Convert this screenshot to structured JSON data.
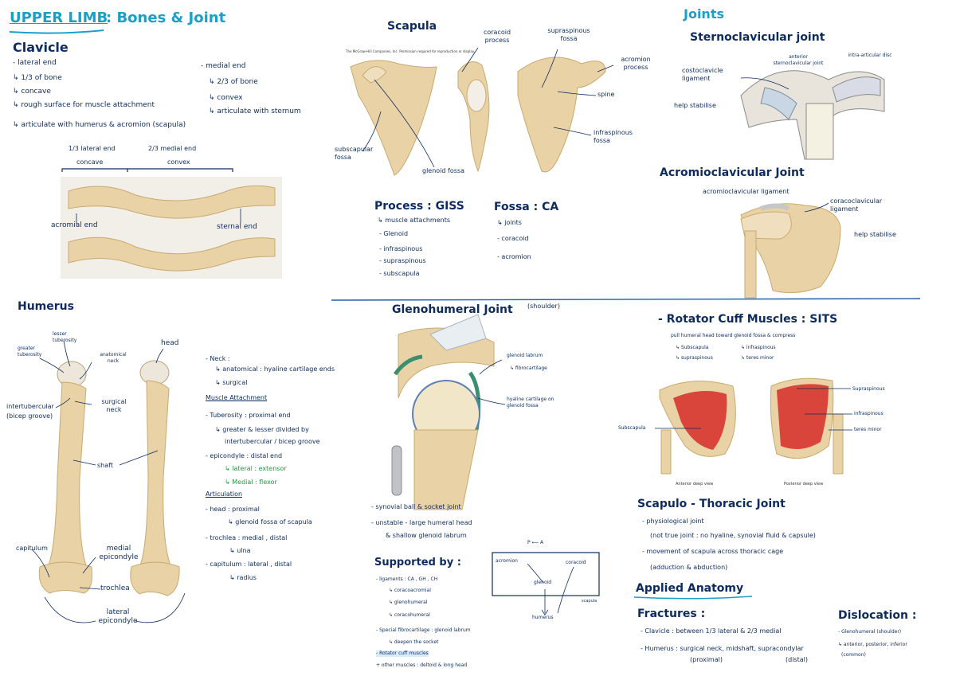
{
  "page": {
    "title_left": "UPPER LIMB",
    "title_right": ": Bones & Joint"
  },
  "clavicle": {
    "heading": "Clavicle",
    "lateral": [
      "- lateral end",
      "↳ 1/3 of bone",
      "↳ concave",
      "↳ rough surface for muscle attachment",
      "↳ articulate with humerus & acromion (scapula)"
    ],
    "medial": [
      "- medial end",
      "↳ 2/3 of bone",
      "↳ convex",
      "↳ articulate with sternum"
    ],
    "lat_third_1": "1/3 lateral end",
    "lat_third_2": "concave",
    "med_third_1": "2/3 medial end",
    "med_third_2": "convex",
    "acromial_end": "acromial end",
    "sternal_end": "sternal end"
  },
  "scapula": {
    "heading": "Scapula",
    "copyright": "The McGraw-Hill Companies, Inc. Permission required for reproduction or display.",
    "labels": {
      "coracoid": "coracoid process",
      "supraspinous": "supraspinous fossa",
      "acromion": "acromion process",
      "spine": "spine",
      "infraspinous": "infraspinous fossa",
      "subscapular": "subscapular fossa",
      "glenoid": "glenoid fossa"
    },
    "process_heading": "Process : GISS",
    "process_items": [
      "↳ muscle attachments",
      "- Glenoid",
      "- infraspinous",
      "- supraspinous",
      "- subscapula"
    ],
    "fossa_heading": "Fossa : CA",
    "fossa_items": [
      "↳ joints",
      "- coracoid",
      "- acromion"
    ]
  },
  "joints": {
    "heading": "Joints",
    "sc_heading": "Sternoclavicular joint",
    "sc_labels": {
      "costo": "costoclavicle ligament",
      "help": "help stabilise",
      "anterior": "anterior sternoclavicular joint",
      "disc": "intra-articular disc"
    },
    "ac_heading": "Acromioclavicular Joint",
    "ac_labels": {
      "acl": "acromioclavicular ligament",
      "ccl": "coracoclavicular ligament",
      "help": "help stabilise"
    }
  },
  "humerus": {
    "heading": "Humerus",
    "labels": {
      "lesser": "lesser tuberosity",
      "greater": "greater tuberosity",
      "anatomical": "anatomical neck",
      "head": "head",
      "intertubercular": "intertubercular",
      "bicep": "(bicep groove)",
      "surgical": "surgical neck",
      "shaft": "shaft",
      "capitulum": "capitulum",
      "medial_epi": "medial epicondyle",
      "trochlea": "trochlea",
      "lateral_epi": "lateral epicondyle"
    },
    "neck_notes": [
      "- Neck :",
      "↳ anatomical : hyaline cartilage ends",
      "↳ surgical"
    ],
    "muscle_heading": "Muscle Attachment",
    "muscle_notes": [
      "- Tuberosity : proximal end",
      "↳ greater & lesser divided by",
      "intertubercular / bicep groove",
      "- epicondyle : distal end"
    ],
    "lateral_extensor": "↳ lateral : extensor",
    "medial_flexor": "↳ Medial : flexor",
    "artic_heading": "Articulation",
    "artic_notes": [
      "- head : proximal",
      "↳ glenoid fossa of scapula",
      "- trochlea : medial , distal",
      "↳ ulna",
      "- capitulum : lateral , distal",
      "↳ radius"
    ]
  },
  "glenohumeral": {
    "heading": "Glenohumeral Joint",
    "sub": "(shoulder)",
    "labels": {
      "labrum": "glenoid labrum",
      "fibro": "↳ fibrocartilage",
      "hyaline": "hyaline cartilage on glenoid fossa"
    },
    "notes": [
      "- synovial ball & socket joint",
      "- unstable - large humeral head",
      "& shallow glenoid labrum"
    ],
    "supported_heading": "Supported by :",
    "supported_items": [
      "- ligaments : CA , GH , CH",
      "↳ coracoacromial",
      "↳ glenohumeral",
      "↳ coracohumeral",
      "- Special fibrocartilage : glenoid labrum",
      "↳ deepen the socket"
    ],
    "rotator_item": "- Rotator cuff muscles",
    "other_item": "+ other muscles : deltoid & long head",
    "diagram": {
      "pa": "P ⟵ A",
      "acromion": "acromion",
      "coracoid": "coracoid",
      "glenoid": "glenoid",
      "scapula": "scapula",
      "humerus": "humerus"
    }
  },
  "rotator": {
    "heading": "- Rotator Cuff Muscles : SITS",
    "sub": "pull humeral head toward glenoid fossa & compress",
    "items_left": [
      "↳ Subscapula",
      "↳ supraspinous"
    ],
    "items_right": [
      "↳ infraspinous",
      "↳ teres minor"
    ],
    "labels": {
      "subscapula": "Subscapula",
      "supraspinous": "Supraspinous",
      "infraspinous": "infraspinous",
      "teres": "teres minor",
      "anterior_view": "Anterior deep view",
      "posterior_view": "Posterior deep view"
    }
  },
  "scapulothoracic": {
    "heading": "Scapulo - Thoracic Joint",
    "notes": [
      "- physiological joint",
      "(not true joint : no hyaline, synovial fluid & capsule)",
      "- movement of scapula across thoracic cage",
      "(adduction & abduction)"
    ]
  },
  "applied": {
    "heading": "Applied Anatomy",
    "fractures_heading": "Fractures :",
    "clavicle_line": "- Clavicle : between 1/3 lateral & 2/3 medial",
    "humerus_line": "- Humerus : surgical neck, midshaft, supracondylar",
    "proximal": "(proximal)",
    "distal": "(distal)",
    "dislocation_heading": "Dislocation :",
    "dislocation_items": [
      "- Glenohumeral (shoulder)",
      "↳ anterior, posterior, inferior",
      "(common)"
    ]
  },
  "colors": {
    "ink": "#0d2b5e",
    "accent": "#1aa0c8",
    "green": "#1f9c3c",
    "bone": "#e8d2a6",
    "muscle": "#d9453a"
  }
}
